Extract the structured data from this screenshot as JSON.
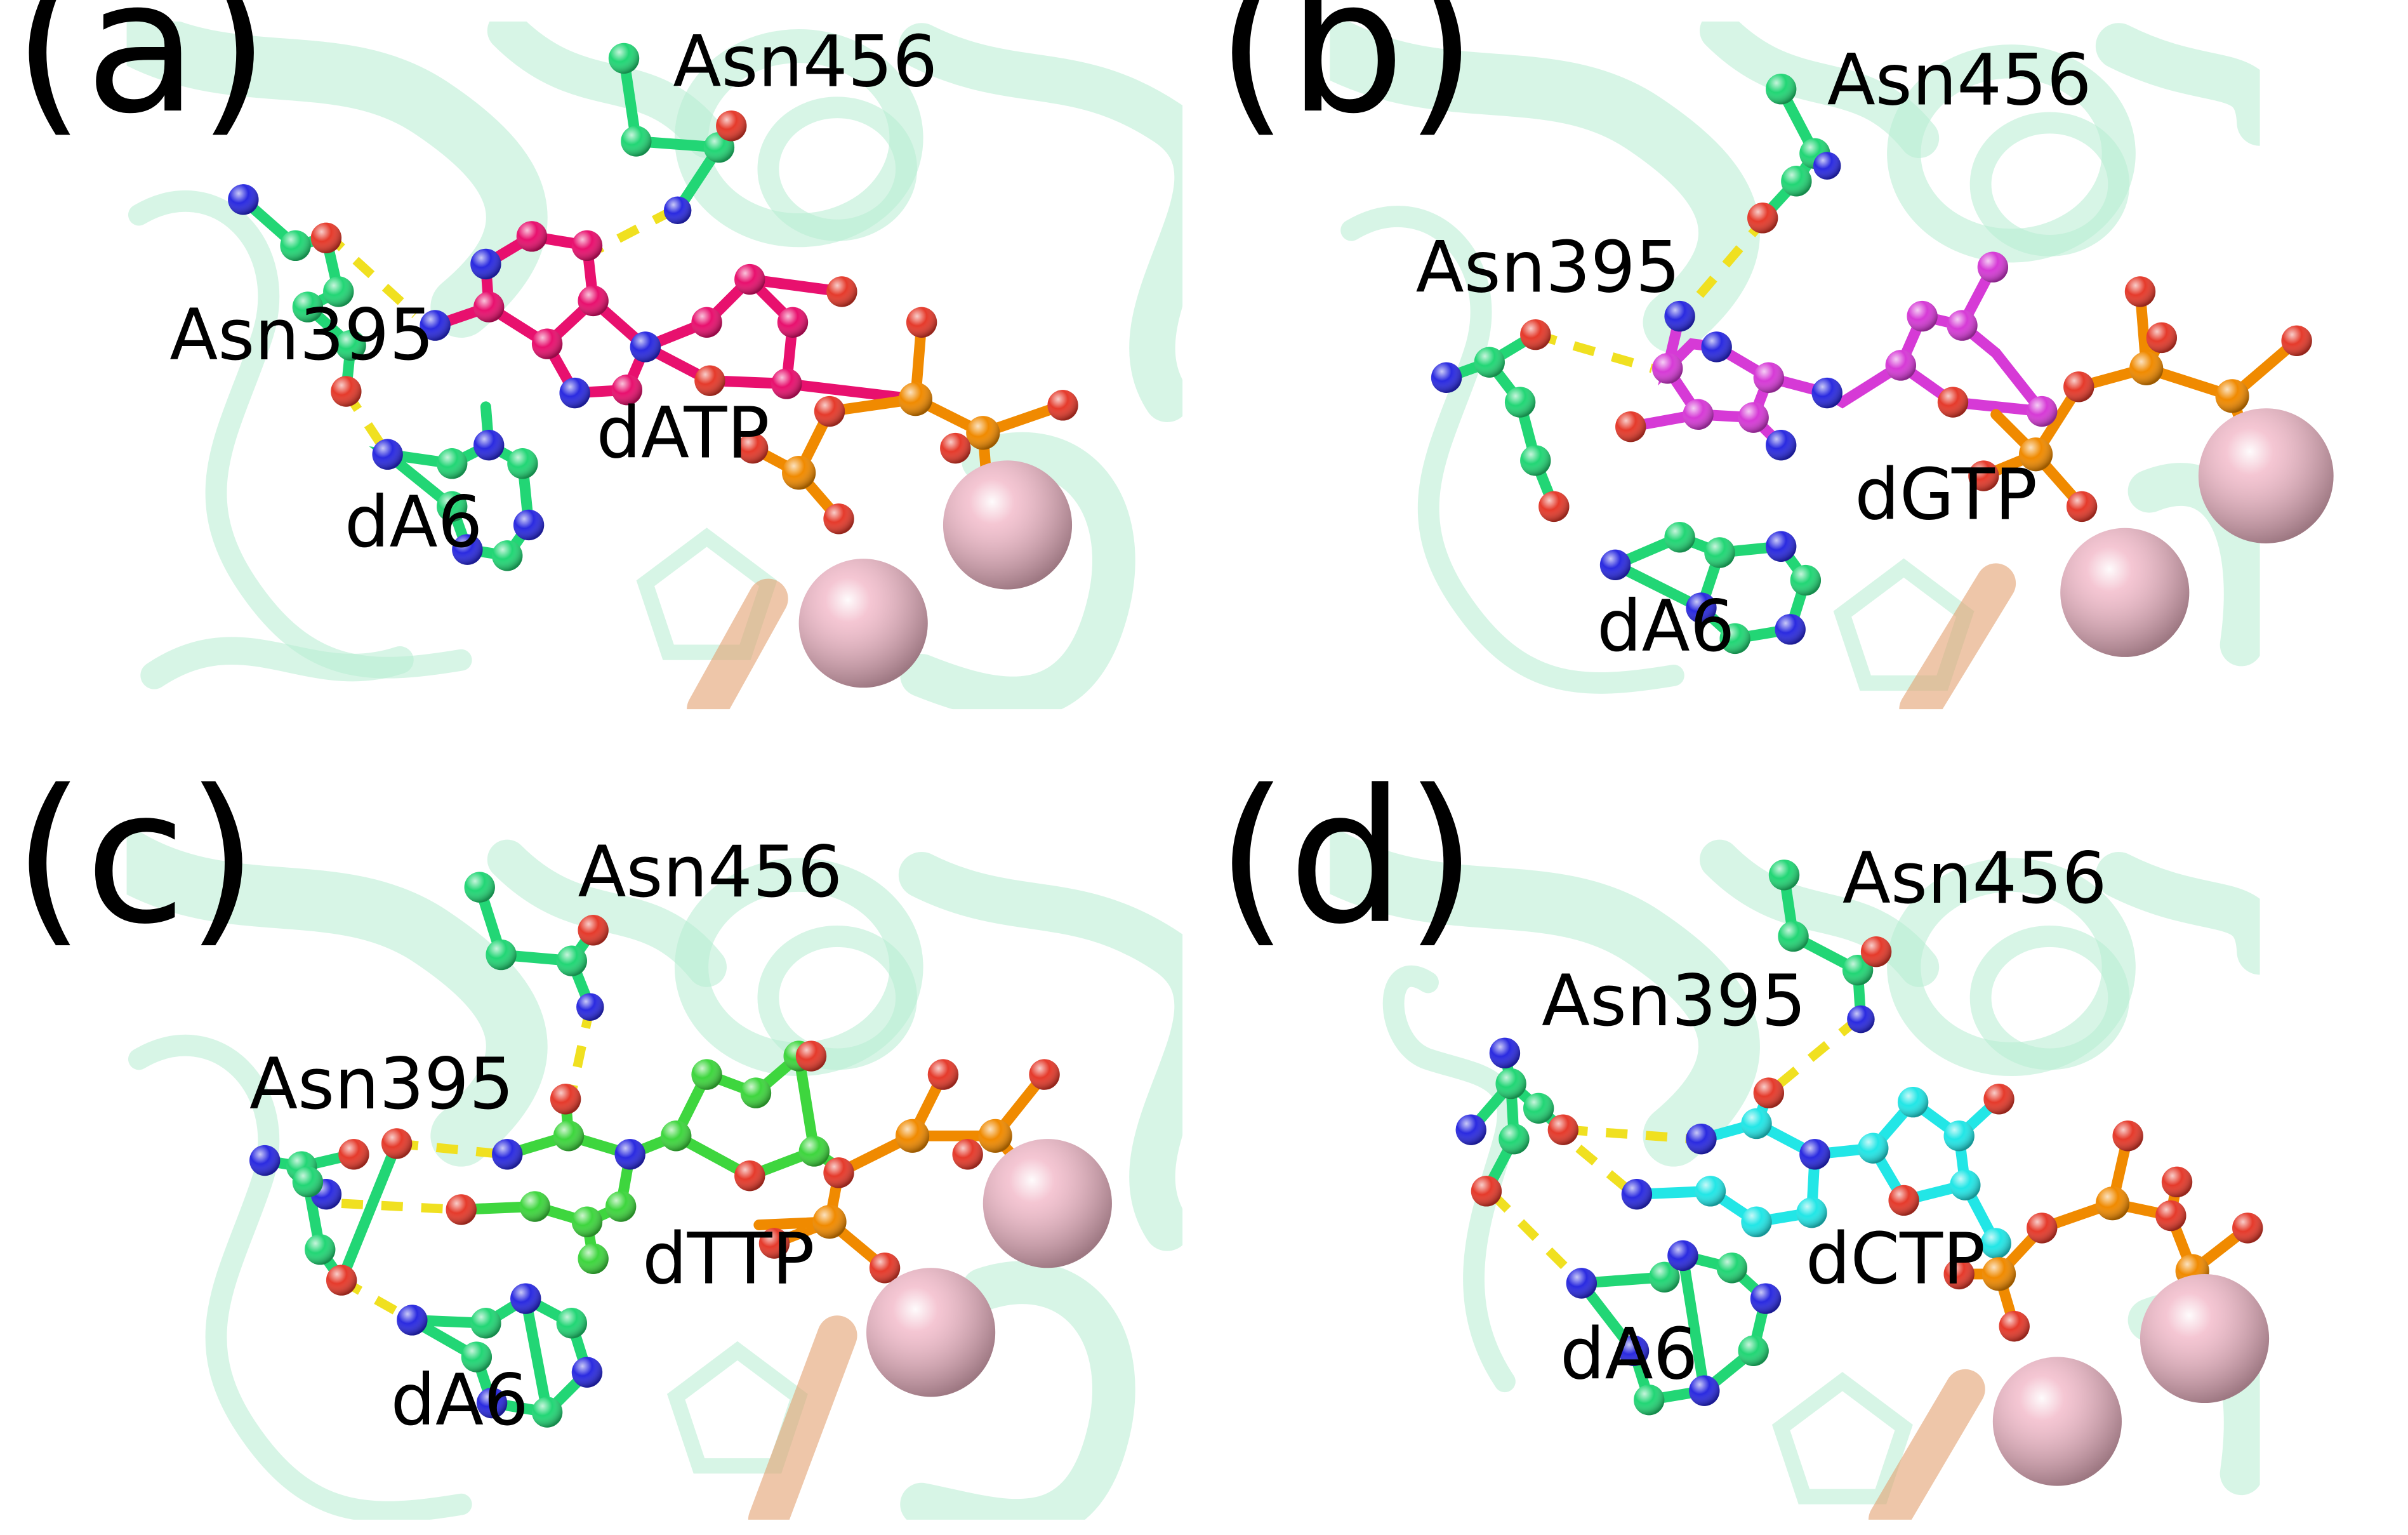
{
  "figure": {
    "panels": [
      {
        "letter": "(a)",
        "labels": {
          "asn456": "Asn456",
          "asn395": "Asn395",
          "nucleotide": "dATP",
          "template": "dA6"
        },
        "nucleotide_color": "#e8106e"
      },
      {
        "letter": "(b)",
        "labels": {
          "asn456": "Asn456",
          "asn395": "Asn395",
          "nucleotide": "dGTP",
          "template": "dA6"
        },
        "nucleotide_color": "#d63ad6"
      },
      {
        "letter": "(c)",
        "labels": {
          "asn456": "Asn456",
          "asn395": "Asn395",
          "nucleotide": "dTTP",
          "template": "dA6"
        },
        "nucleotide_color": "#3ed63e"
      },
      {
        "letter": "(d)",
        "labels": {
          "asn456": "Asn456",
          "asn395": "Asn395",
          "nucleotide": "dCTP",
          "template": "dA6"
        },
        "nucleotide_color": "#22e6e6"
      }
    ],
    "colors": {
      "protein_ribbon": "#b6ecd2",
      "protein_carbon": "#22d675",
      "oxygen": "#e53a2b",
      "nitrogen": "#2a2ae0",
      "phosphorus": "#f08a00",
      "metal_ion": "#f2b8c8",
      "hbond": "#f0e020"
    }
  }
}
